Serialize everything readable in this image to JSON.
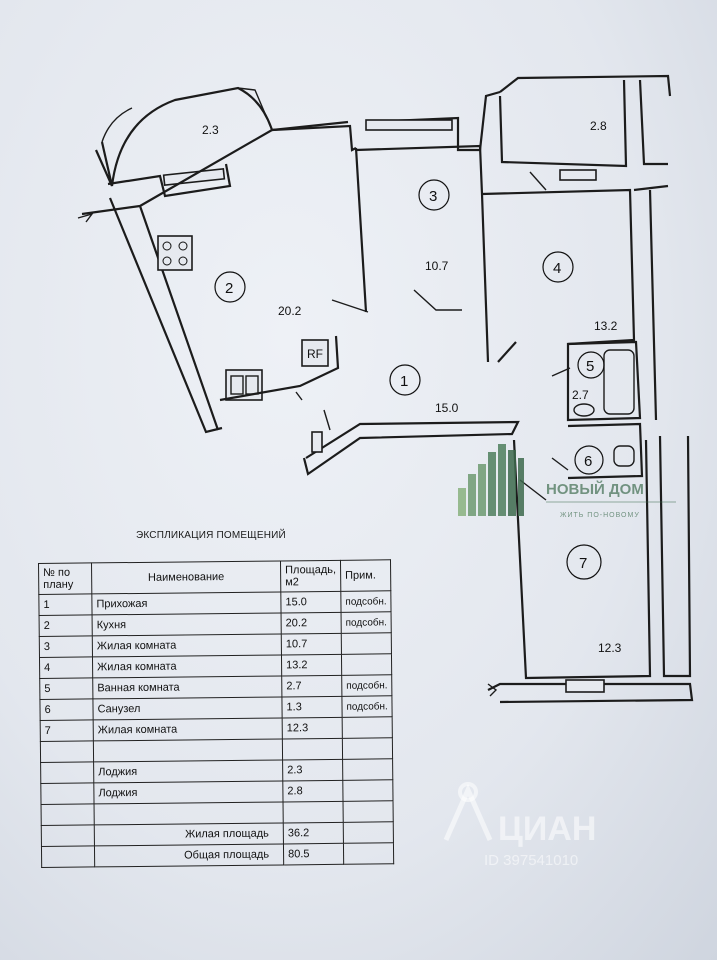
{
  "plan": {
    "rooms": [
      {
        "num": "1",
        "area": "15.0"
      },
      {
        "num": "2",
        "area": "20.2"
      },
      {
        "num": "3",
        "area": "10.7"
      },
      {
        "num": "4",
        "area": "13.2"
      },
      {
        "num": "5",
        "area": "2.7"
      },
      {
        "num": "6",
        "area": ""
      },
      {
        "num": "7",
        "area": "12.3"
      }
    ],
    "loggia_left_area": "2.3",
    "loggia_right_area": "2.8",
    "fridge_label": "RF"
  },
  "watermark": {
    "brand": "НОВЫЙ ДОМ",
    "slogan": "ЖИТЬ ПО-НОВОМУ",
    "cian": "ЦИАН",
    "cian_id": "ID 397541010"
  },
  "table": {
    "title": "ЭКСПЛИКАЦИЯ ПОМЕЩЕНИЙ",
    "headers": [
      "№ по плану",
      "Наименование",
      "Площадь, м2",
      "Прим."
    ],
    "rows": [
      {
        "no": "1",
        "name": "Прихожая",
        "area": "15.0",
        "note": "подсобн."
      },
      {
        "no": "2",
        "name": "Кухня",
        "area": "20.2",
        "note": "подсобн."
      },
      {
        "no": "3",
        "name": "Жилая комната",
        "area": "10.7",
        "note": ""
      },
      {
        "no": "4",
        "name": "Жилая комната",
        "area": "13.2",
        "note": ""
      },
      {
        "no": "5",
        "name": "Ванная комната",
        "area": "2.7",
        "note": "подсобн."
      },
      {
        "no": "6",
        "name": "Санузел",
        "area": "1.3",
        "note": "подсобн."
      },
      {
        "no": "7",
        "name": "Жилая комната",
        "area": "12.3",
        "note": ""
      },
      {
        "no": "",
        "name": "",
        "area": "",
        "note": ""
      },
      {
        "no": "",
        "name": "Лоджия",
        "area": "2.3",
        "note": ""
      },
      {
        "no": "",
        "name": "Лоджия",
        "area": "2.8",
        "note": ""
      },
      {
        "no": "",
        "name": "",
        "area": "",
        "note": ""
      }
    ],
    "living_label": "Жилая площадь",
    "living_value": "36.2",
    "total_label": "Общая площадь",
    "total_value": "80.5"
  }
}
